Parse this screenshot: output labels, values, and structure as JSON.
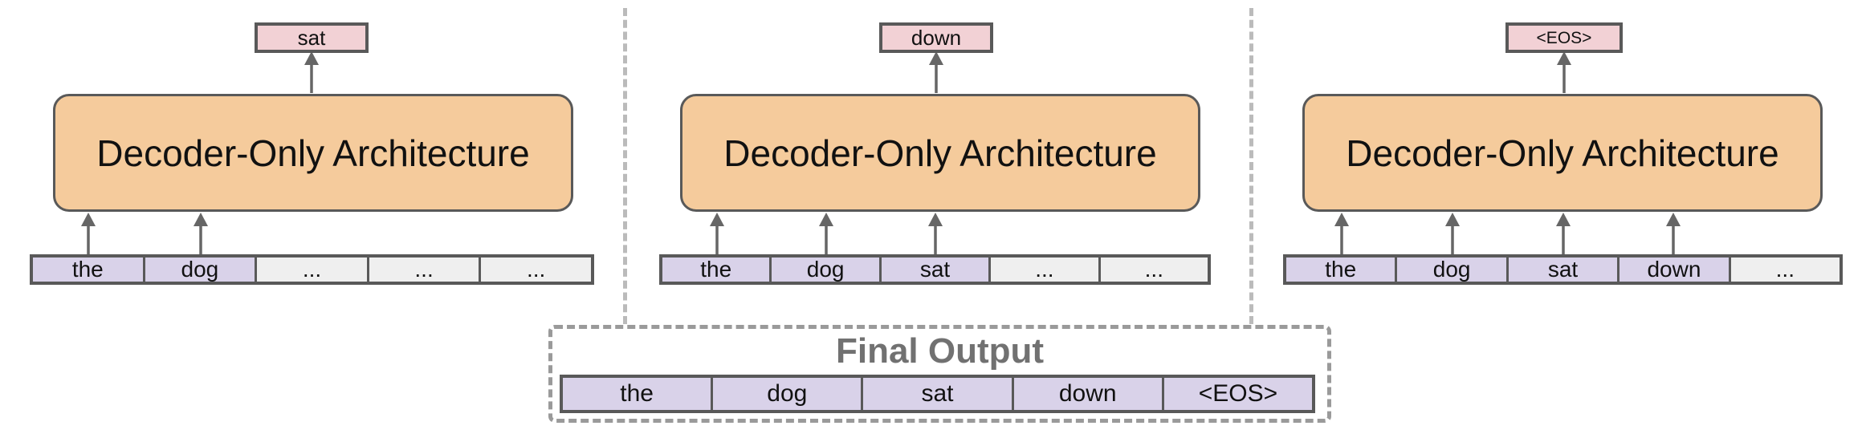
{
  "panels": [
    {
      "decoder_label": "Decoder-Only Architecture",
      "output_token": "sat",
      "tokens": [
        "the",
        "dog",
        "...",
        "...",
        "..."
      ]
    },
    {
      "decoder_label": "Decoder-Only Architecture",
      "output_token": "down",
      "tokens": [
        "the",
        "dog",
        "sat",
        "...",
        "..."
      ]
    },
    {
      "decoder_label": "Decoder-Only Architecture",
      "output_token": "<EOS>",
      "tokens": [
        "the",
        "dog",
        "sat",
        "down",
        "..."
      ]
    }
  ],
  "final_output": {
    "title": "Final Output",
    "tokens": [
      "the",
      "dog",
      "sat",
      "down",
      "<EOS>"
    ]
  },
  "colors": {
    "decoder_fill": "#F5CB9C",
    "output_token_fill": "#F2D1D5",
    "token_fill": "#D9D2E9",
    "placeholder_fill": "#EFEFEF",
    "border": "#595959",
    "arrow": "#666666",
    "divider": "#BBBBBB",
    "final_output_border": "#9A9A9A",
    "final_output_title": "#717171"
  }
}
